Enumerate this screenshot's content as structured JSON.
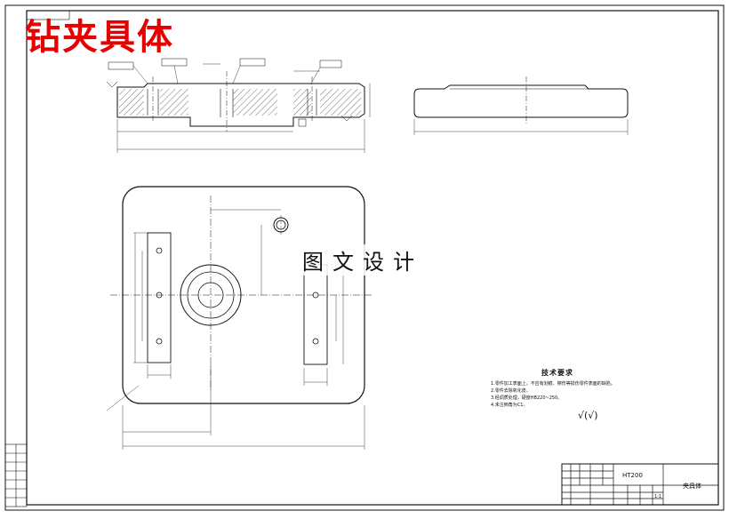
{
  "drawing": {
    "title_red": "钻夹具体",
    "watermark": "图文设计",
    "technical_requirements": {
      "title": "技术要求",
      "items": [
        "1.零件加工表面上，不应有划痕、擦伤等损伤零件表面的缺陷。",
        "2.零件去除氧化皮。",
        "3.经调质处理，硬度HB220~250。",
        "4.未注倒角为C1。"
      ]
    },
    "roughness_symbol": "√(√)",
    "title_block": {
      "part_name": "夹具体",
      "material": "HT200",
      "scale": "1:1"
    },
    "colors": {
      "title": "#e60000",
      "line": "#111111"
    }
  }
}
